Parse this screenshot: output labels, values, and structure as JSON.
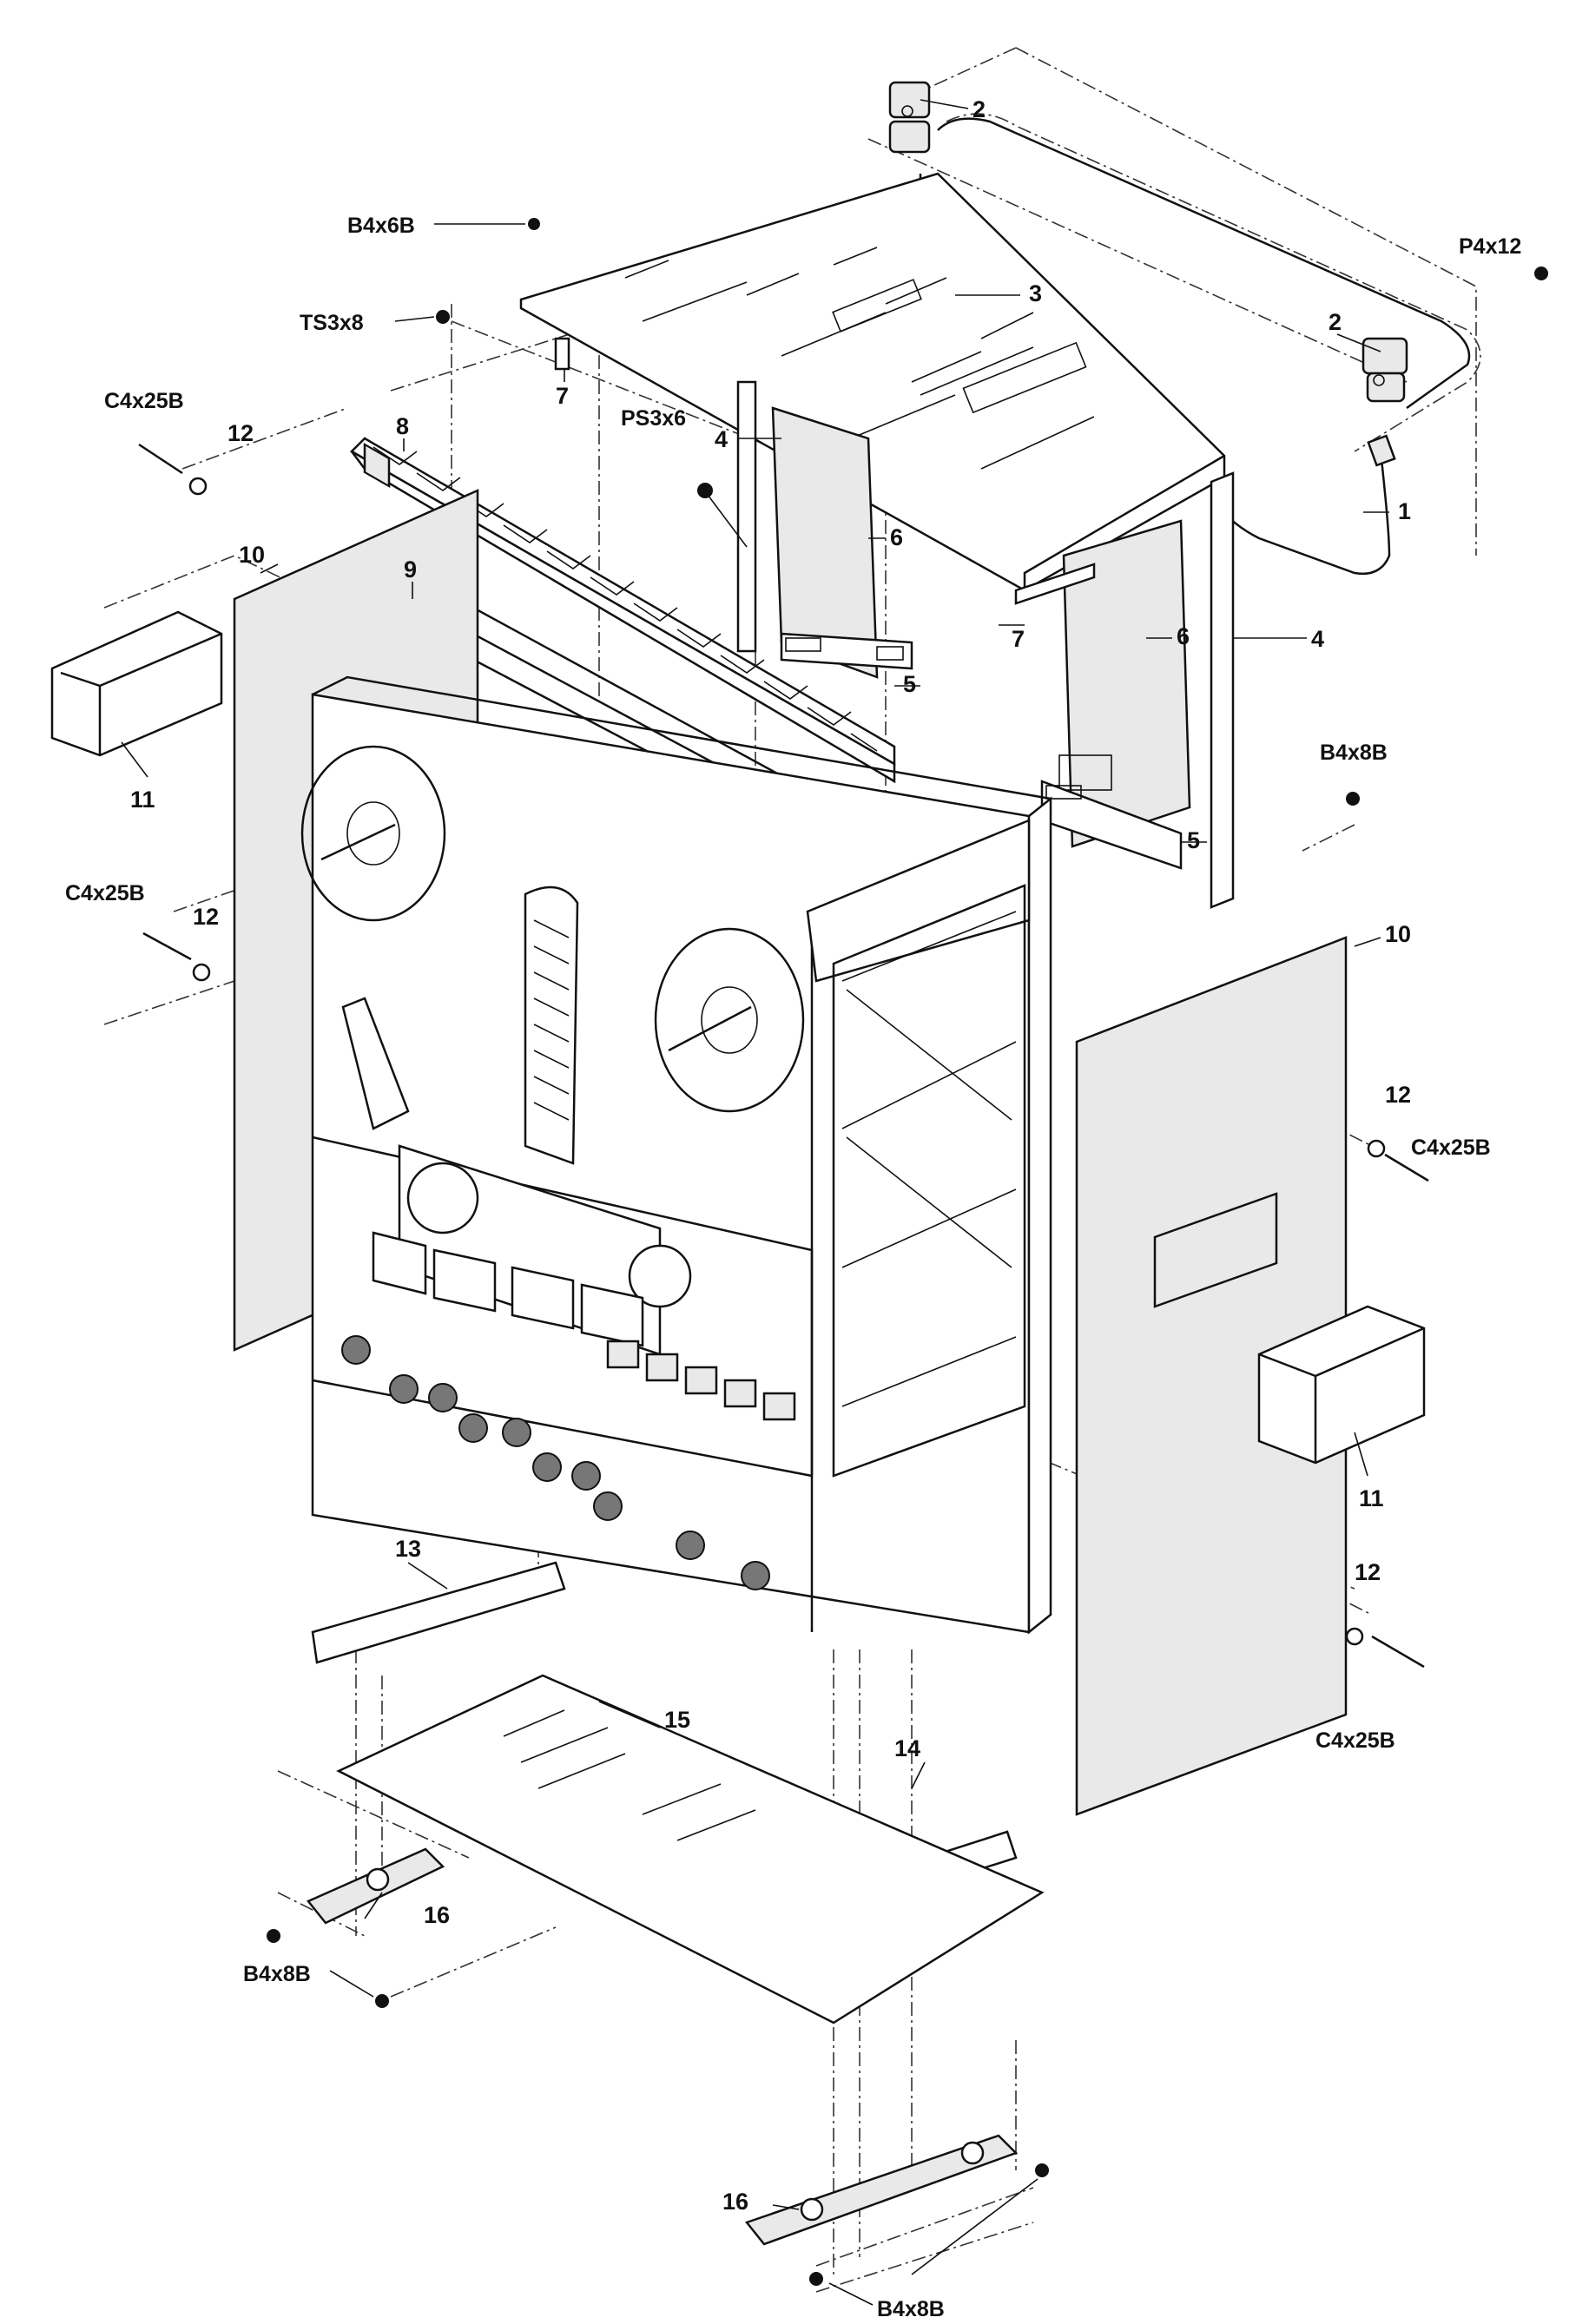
{
  "callouts": {
    "c1": "1",
    "c2a": "2",
    "c2b": "2",
    "c3": "3",
    "c4a": "4",
    "c4b": "4",
    "c5a": "5",
    "c5b": "5",
    "c6a": "6",
    "c6b": "6",
    "c7a": "7",
    "c7b": "7",
    "c8": "8",
    "c9": "9",
    "c10a": "10",
    "c10b": "10",
    "c11a": "11",
    "c11b": "11",
    "c12a": "12",
    "c12b": "12",
    "c12c": "12",
    "c12d": "12",
    "c13": "13",
    "c14": "14",
    "c15": "15",
    "c16a": "16",
    "c16b": "16"
  },
  "screws": {
    "b4x6b": "B4x6B",
    "ts3x8": "TS3x8",
    "ps3x6": "PS3x6",
    "p4x12": "P4x12",
    "c4x25b_a": "C4x25B",
    "c4x25b_b": "C4x25B",
    "c4x25b_c": "C4x25B",
    "c4x25b_d": "C4x25B",
    "b4x8b_a": "B4x8B",
    "b4x8b_b": "B4x8B",
    "b4x8b_c": "B4x8B"
  }
}
